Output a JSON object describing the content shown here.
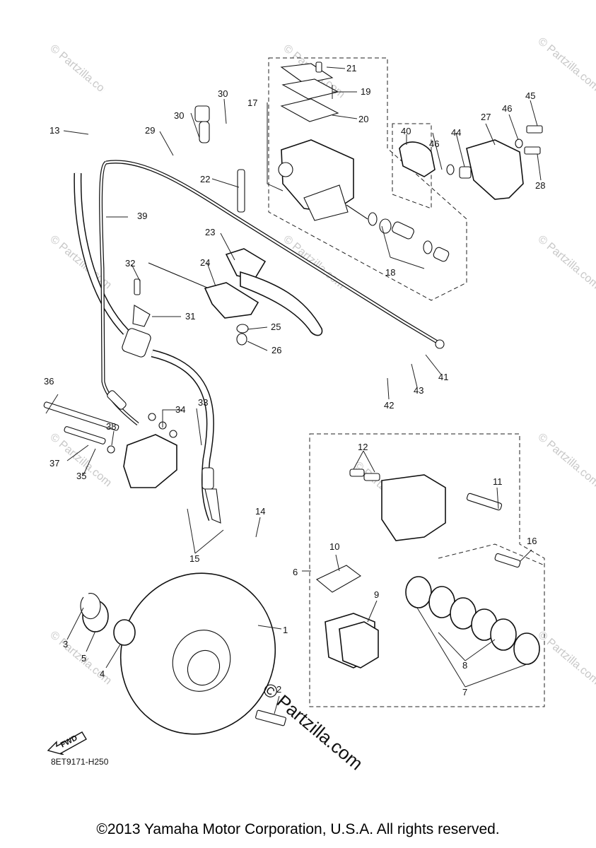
{
  "diagram": {
    "code": "8ET9171-H250",
    "fwd_label": "FWD",
    "watermark": "© Partzilla.com",
    "small_watermark": "© Partzilla.com",
    "copyright": "©2013 Yamaha Motor Corporation, U.S.A. All rights reserved.",
    "part_numbers": [
      "1",
      "2",
      "3",
      "4",
      "5",
      "6",
      "7",
      "8",
      "9",
      "10",
      "11",
      "12",
      "13",
      "14",
      "15",
      "16",
      "17",
      "18",
      "19",
      "20",
      "21",
      "22",
      "23",
      "24",
      "25",
      "26",
      "27",
      "28",
      "29",
      "30",
      "30",
      "31",
      "32",
      "33",
      "34",
      "35",
      "36",
      "37",
      "38",
      "39",
      "40",
      "41",
      "42",
      "43",
      "44",
      "45",
      "46",
      "46"
    ]
  }
}
